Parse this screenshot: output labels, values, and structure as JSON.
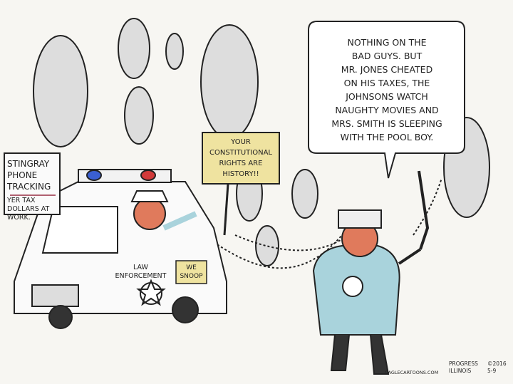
{
  "speech_bubble": {
    "lines": [
      "NOTHING ON THE",
      "BAD GUYS. BUT",
      "MR. JONES CHEATED",
      "ON HIS TAXES, THE",
      "JOHNSONS WATCH",
      "NAUGHTY MOVIES AND",
      "MRS. SMITH IS SLEEPING",
      "WITH THE POOL BOY."
    ]
  },
  "yellow_sign": {
    "lines": [
      "YOUR",
      "CONSTITUTIONAL",
      "RIGHTS ARE",
      "HISTORY!!"
    ]
  },
  "stingray_sign": {
    "title_lines": [
      "STINGRAY",
      "PHONE",
      "TRACKING"
    ],
    "sub_lines": [
      "YER TAX",
      "DOLLARS AT",
      "WORK."
    ]
  },
  "van": {
    "door_text": [
      "LAW",
      "ENFORCEMENT"
    ],
    "snoop_sign": [
      "WE",
      "SNOOP"
    ]
  },
  "signature": {
    "site": "CAGLECARTOONS.COM",
    "publication": [
      "PROGRESS",
      "ILLINOIS"
    ],
    "date": [
      "©2016",
      "5-9"
    ]
  },
  "colors": {
    "paper": "#f7f6f2",
    "sign_yellow": "#efe3a0",
    "uniform_blue": "#a9d3dc",
    "siren_red": "#d23a3a",
    "siren_blue": "#3a5fd2",
    "skin": "#e07a5c"
  }
}
